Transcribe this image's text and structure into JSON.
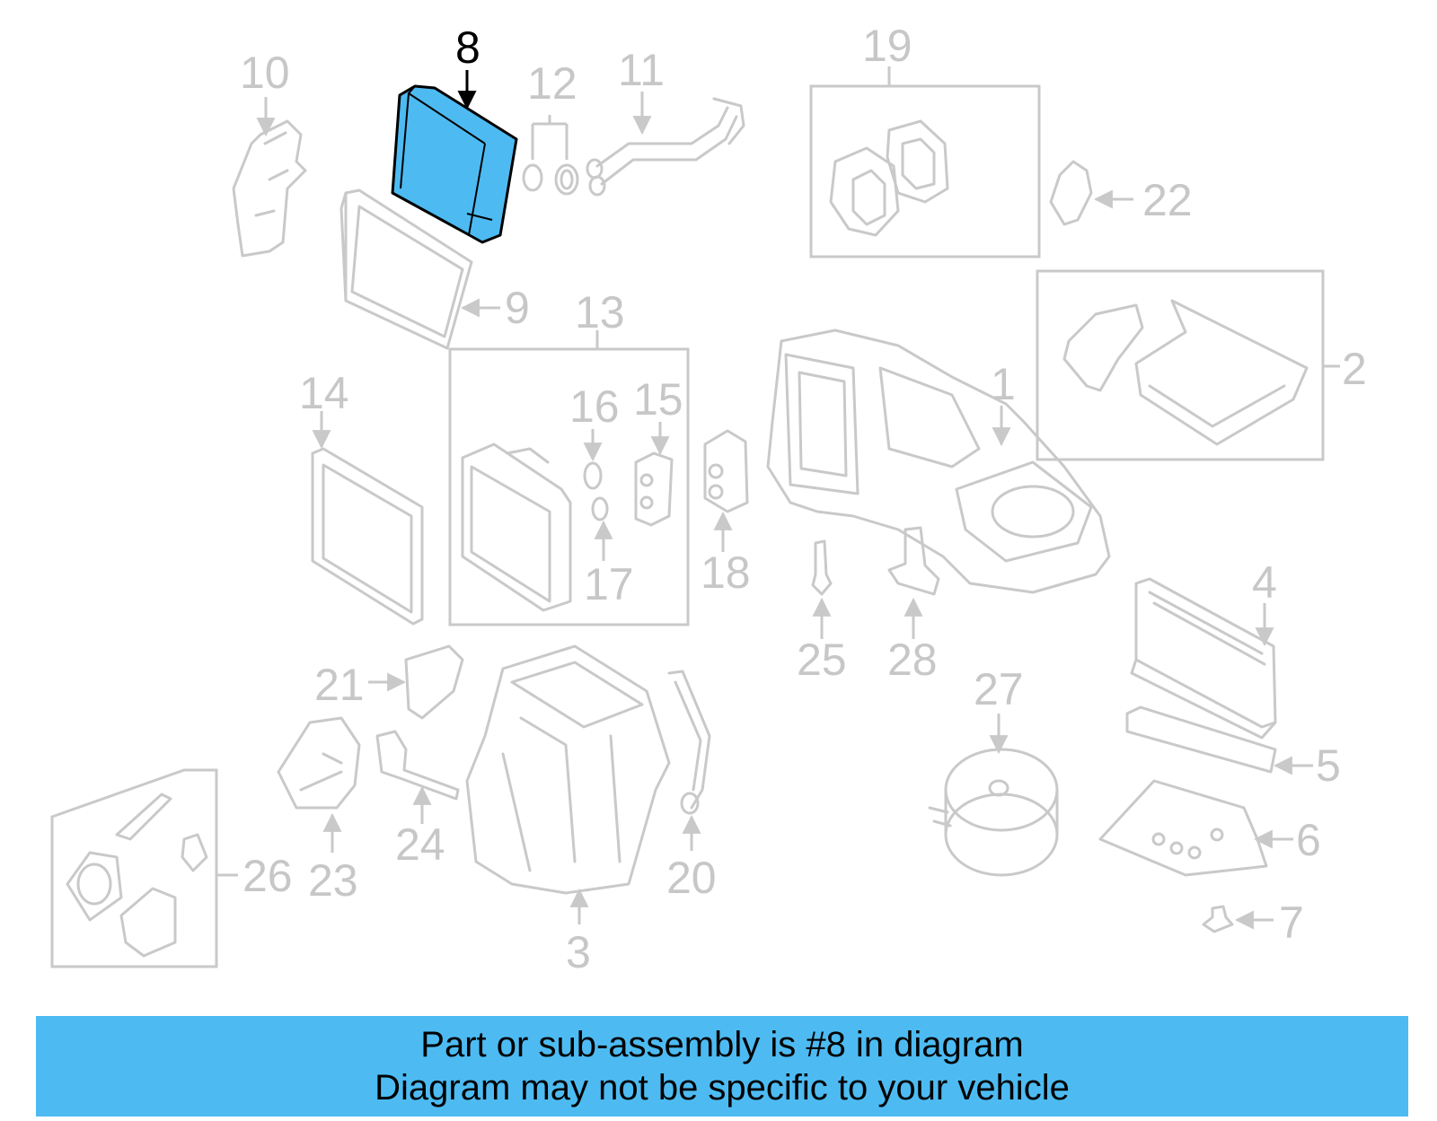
{
  "diagram": {
    "highlight_color": "#4dbbf2",
    "line_color": "#c9c9c9",
    "highlighted_part": "8",
    "callouts": {
      "c1": "1",
      "c2": "2",
      "c3": "3",
      "c4": "4",
      "c5": "5",
      "c6": "6",
      "c7": "7",
      "c8": "8",
      "c9": "9",
      "c10": "10",
      "c11": "11",
      "c12": "12",
      "c13": "13",
      "c14": "14",
      "c15": "15",
      "c16": "16",
      "c17": "17",
      "c18": "18",
      "c19": "19",
      "c20": "20",
      "c21": "21",
      "c22": "22",
      "c23": "23",
      "c24": "24",
      "c25": "25",
      "c26": "26",
      "c27": "27",
      "c28": "28"
    }
  },
  "banner": {
    "background": "#4dbbf2",
    "line1": "Part or sub-assembly is #8 in diagram",
    "line2": "Diagram may not be specific to your vehicle"
  }
}
